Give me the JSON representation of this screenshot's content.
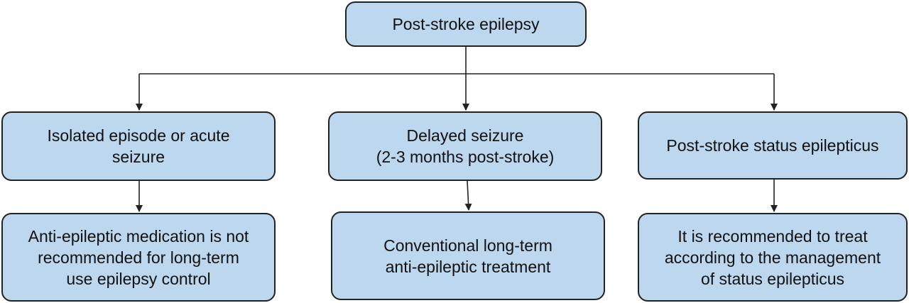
{
  "colors": {
    "box_fill": "#bdd7ee",
    "box_border": "#222222",
    "line": "#222222",
    "text": "#111111"
  },
  "root": {
    "lines": [
      "Post-stroke epilepsy"
    ]
  },
  "branches": [
    {
      "title_lines": [
        "Isolated episode or acute",
        "seizure"
      ],
      "outcome_lines": [
        "Anti-epileptic medication is not",
        "recommended for long-term",
        "use epilepsy control"
      ]
    },
    {
      "title_lines": [
        "Delayed seizure",
        "(2-3 months post-stroke)"
      ],
      "outcome_lines": [
        "Conventional long-term",
        "anti-epileptic treatment"
      ]
    },
    {
      "title_lines": [
        "Post-stroke status epilepticus"
      ],
      "outcome_lines": [
        "It is recommended to treat",
        "according to the management",
        "of status epilepticus"
      ]
    }
  ]
}
